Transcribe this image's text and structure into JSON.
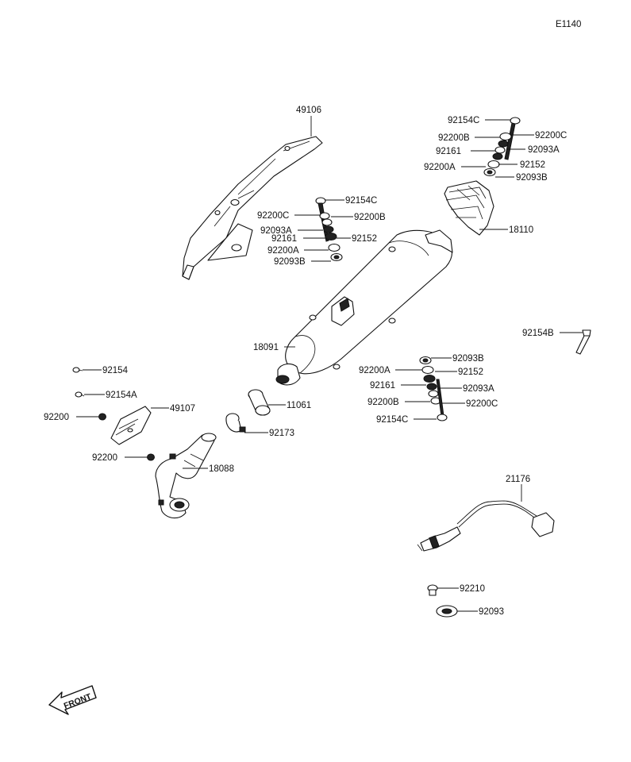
{
  "diagram_code": "E1140",
  "front_label": "FRONT",
  "labels": {
    "l49106": "49106",
    "l92154C_a": "92154C",
    "l92200B_a": "92200B",
    "l92200C_a": "92200C",
    "l92161_a": "92161",
    "l92093A_a": "92093A",
    "l92200A_a": "92200A",
    "l92152_a": "92152",
    "l92093B_a": "92093B",
    "l18110": "18110",
    "l92154C_b": "92154C",
    "l92200C_b": "92200C",
    "l92200B_b": "92200B",
    "l92093A_b": "92093A",
    "l92161_b": "92161",
    "l92152_b": "92152",
    "l92200A_b": "92200A",
    "l92093B_b": "92093B",
    "l18091": "18091",
    "l92154B": "92154B",
    "l92154": "92154",
    "l92154A": "92154A",
    "l92200_a": "92200",
    "l49107": "49107",
    "l11061": "11061",
    "l92173": "92173",
    "l92200_b": "92200",
    "l18088": "18088",
    "l92093B_c": "92093B",
    "l92200A_c": "92200A",
    "l92152_c": "92152",
    "l92161_c": "92161",
    "l92093A_c": "92093A",
    "l92200B_c": "92200B",
    "l92200C_c": "92200C",
    "l92154C_c": "92154C",
    "l21176": "21176",
    "l92210": "92210",
    "l92093": "92093"
  }
}
